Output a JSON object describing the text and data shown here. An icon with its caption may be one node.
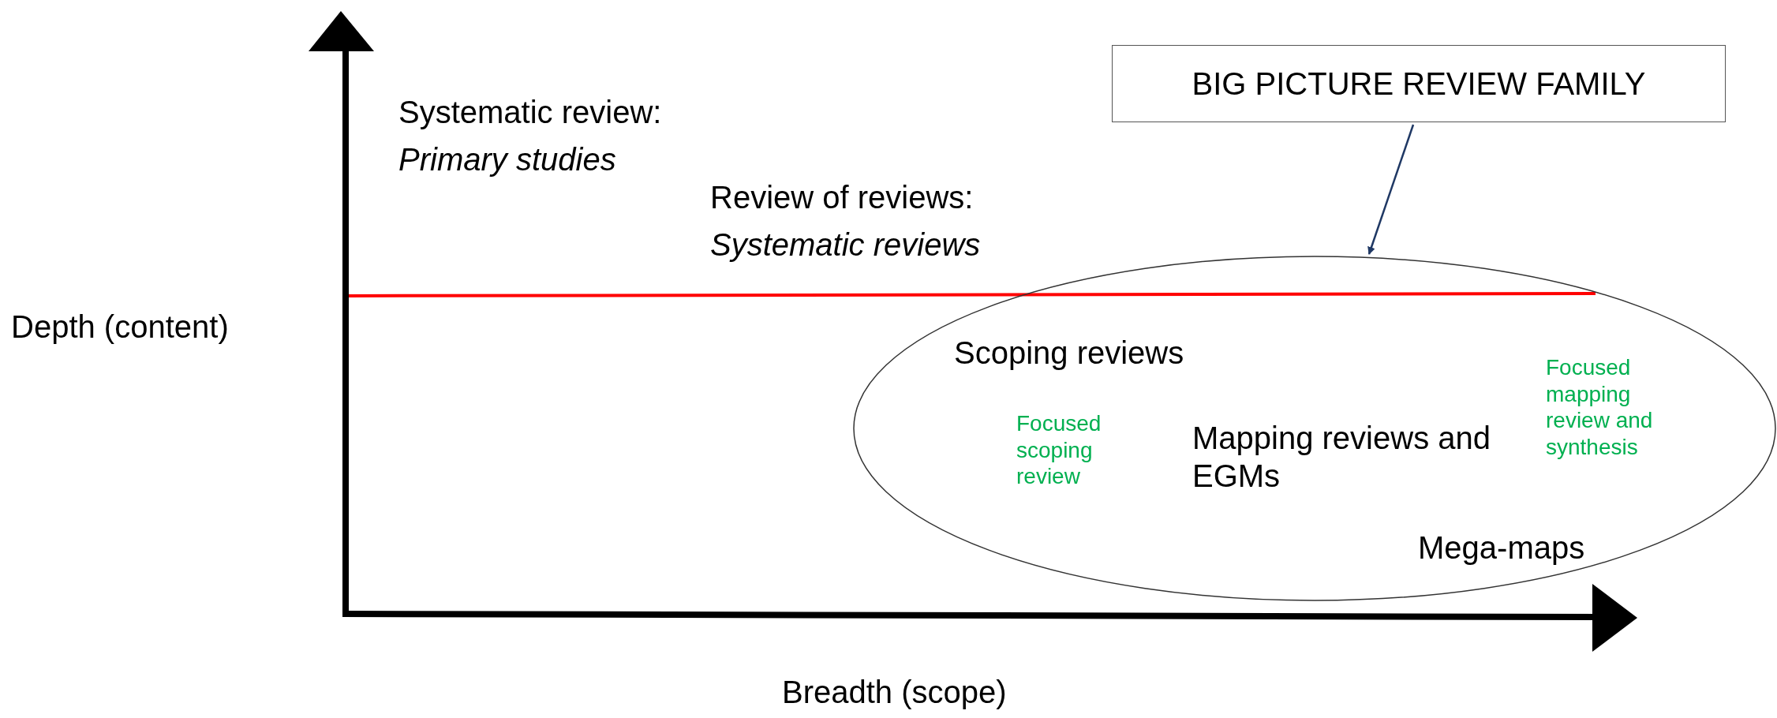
{
  "diagram": {
    "nodes": [
      {
        "text": [
          "BIG PICTURE REVIEW FAMILY"
        ]
      },
      {
        "text": [
          "Scoping reviews",
          "Focused scoping review",
          "Mapping reviews and EGMs",
          "Focused mapping review and synthesis",
          "Mega-maps"
        ]
      }
    ],
    "edges": [
      {
        "from": 0,
        "to": 1,
        "arrow": "to"
      }
    ],
    "labels": [
      "Systematic review:",
      "Primary studies",
      "Review of reviews:",
      "Systematic reviews",
      "Depth (content)",
      "Breadth (scope)"
    ]
  }
}
